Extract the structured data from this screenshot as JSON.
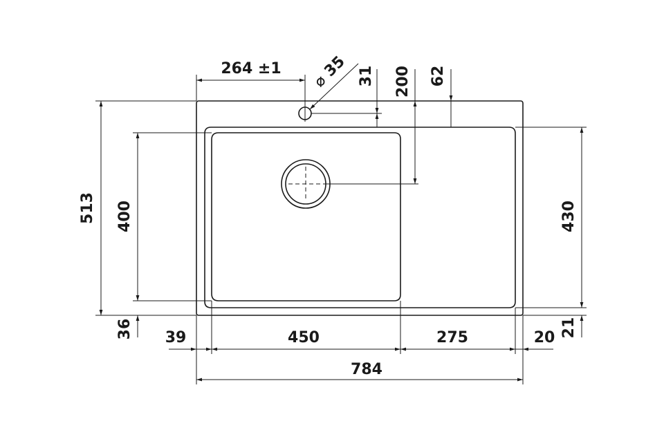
{
  "dimensions": {
    "offset_tap": "264 ±1",
    "tap_diameter_symbol": "⌀",
    "tap_diameter": "35",
    "tap_hole_top": "31",
    "drain_from_top": "200",
    "bowl_top_offset": "62",
    "overall_height": "513",
    "bowl_height": "400",
    "drainboard_height": "430",
    "bottom_left_offset": "36",
    "bottom_right_offset": "21",
    "left_margin": "39",
    "bowl_width": "450",
    "drainboard_width": "275",
    "right_margin": "20",
    "overall_width": "784"
  }
}
